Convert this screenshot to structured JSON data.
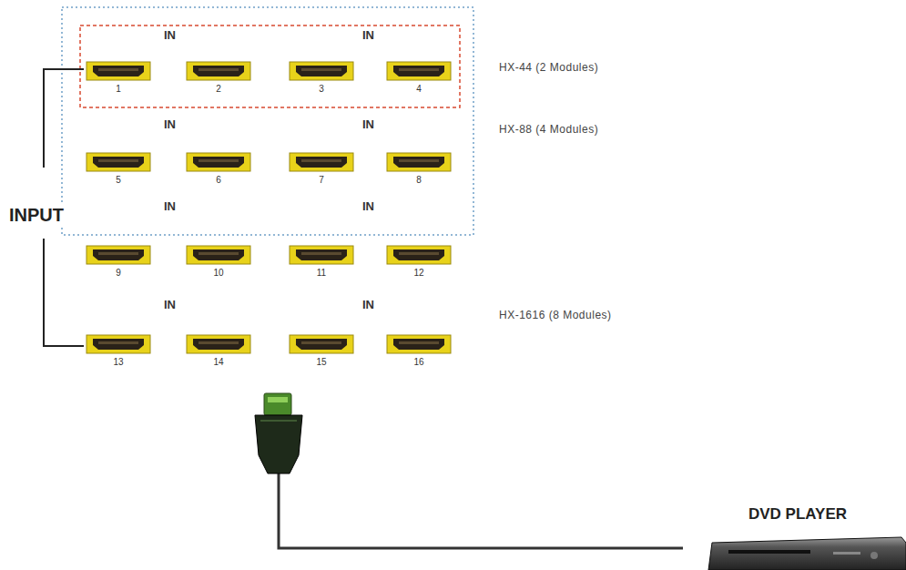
{
  "diagram": {
    "labels": [
      "IN",
      "IN",
      "HX-44 (2 Modules)",
      "1",
      "2",
      "3",
      "4",
      "IN",
      "IN",
      "HX-88 (4 Modules)",
      "5",
      "6",
      "7",
      "8",
      "IN",
      "IN",
      "INPUT",
      "9",
      "10",
      "11",
      "12",
      "IN",
      "IN",
      "HX-1616 (8 Modules)",
      "13",
      "14",
      "15",
      "16",
      "DVD PLAYER"
    ]
  }
}
